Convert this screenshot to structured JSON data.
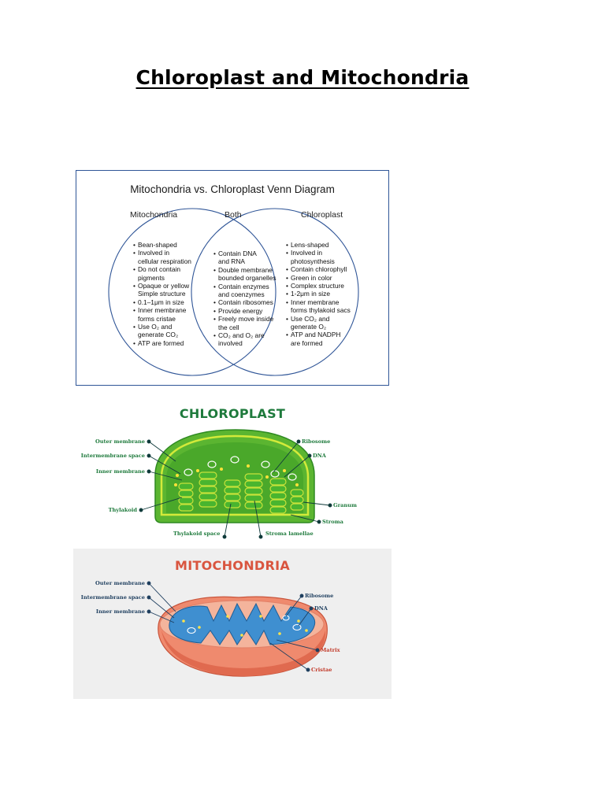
{
  "page": {
    "title": "Chloroplast and Mitochondria"
  },
  "venn": {
    "title": "Mitochondria vs. Chloroplast Venn Diagram",
    "headers": {
      "left": "Mitochondria",
      "center": "Both",
      "right": "Chloroplast"
    },
    "mitochondria": [
      "Bean-shaped",
      "Involved in",
      "cellular respiration",
      "Do not contain",
      "pigments",
      "Opaque or yellow",
      "Simple structure",
      "0.1–1μm in size",
      "Inner membrane",
      "forms cristae",
      "Use O₂ and",
      "generate CO₂",
      "ATP are formed"
    ],
    "both": [
      "Contain DNA",
      "and RNA",
      "Double membrane",
      "bounded organelles",
      "Contain enzymes",
      "and coenzymes",
      "Contain ribosomes",
      "Provide energy",
      "Freely move inside",
      "the cell",
      "CO₂ and O₂ are",
      "involved"
    ],
    "chloroplast": [
      "Lens-shaped",
      "Involved in",
      "photosynthesis",
      "Contain chlorophyll",
      "Green in color",
      "Complex structure",
      "1-2μm in size",
      "Inner membrane",
      "forms thylakoid sacs",
      "Use CO₂ and",
      "generate O₂",
      "ATP and NADPH",
      "are formed"
    ],
    "bullet_lines": {
      "mitochondria": [
        true,
        true,
        false,
        true,
        false,
        true,
        false,
        true,
        true,
        false,
        true,
        false,
        true
      ],
      "both": [
        true,
        false,
        true,
        false,
        true,
        false,
        true,
        true,
        true,
        false,
        true,
        false
      ],
      "chloroplast": [
        true,
        true,
        false,
        true,
        true,
        true,
        true,
        true,
        false,
        true,
        false,
        true,
        false
      ]
    },
    "colors": {
      "circle": "#2f5597",
      "border": "#2f5597"
    }
  },
  "chloroplast_diagram": {
    "title": "CHLOROPLAST",
    "labels": {
      "outer_membrane": "Outer membrane",
      "intermembrane_space": "Intermembrane space",
      "inner_membrane": "Inner membrane",
      "thylakoid": "Thylakoid",
      "thylakoid_space": "Thylakoid space",
      "stroma_lamellae": "Stroma lamellae",
      "ribosome": "Ribosome",
      "dna": "DNA",
      "granum": "Granum",
      "stroma": "Stroma"
    },
    "colors": {
      "title": "#1e7a3c",
      "label": "#1e7a3c",
      "outer": "#5bb531",
      "inner": "#c7e23a",
      "granum": "#3aa62d"
    }
  },
  "mitochondria_diagram": {
    "title": "MITOCHONDRIA",
    "labels": {
      "outer_membrane": "Outer membrane",
      "intermembrane_space": "Intermembrane space",
      "inner_membrane": "Inner membrane",
      "ribosome": "Ribosome",
      "dna": "DNA",
      "matrix": "Matrix",
      "cristae": "Cristae"
    },
    "colors": {
      "title": "#d9553f",
      "label_dark": "#1f3f5f",
      "label_red": "#c23a2a",
      "outer": "#ef8a6e",
      "matrix": "#3f8fd0"
    }
  }
}
